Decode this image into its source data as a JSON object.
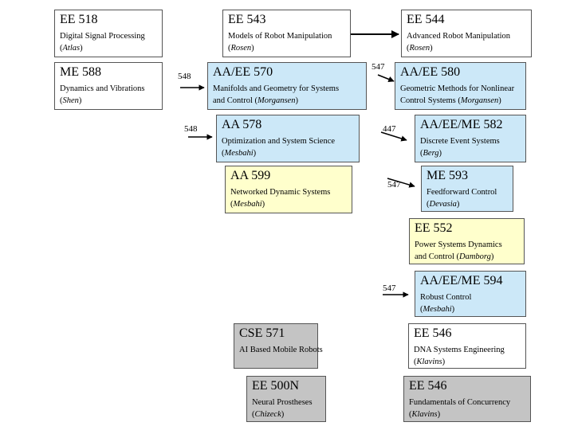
{
  "colors": {
    "white": "#ffffff",
    "blue": "#cce8f8",
    "yellow": "#ffffcc",
    "gray": "#c4c4c4"
  },
  "courses": {
    "ee518": {
      "code": "EE 518",
      "line1": "Digital Signal Processing",
      "line2_pre": "(",
      "prof": "Atlas",
      "line2_post": ")"
    },
    "ee543": {
      "code": "EE 543",
      "line1": "Models of Robot Manipulation",
      "line2_pre": "(",
      "prof": "Rosen",
      "line2_post": ")"
    },
    "ee544": {
      "code": "EE 544",
      "line1": "Advanced Robot Manipulation",
      "line2_pre": "(",
      "prof": "Rosen",
      "line2_post": ")"
    },
    "me588": {
      "code": "ME 588",
      "line1": "Dynamics and Vibrations",
      "line2_pre": "(",
      "prof": "Shen",
      "line2_post": ")"
    },
    "aaee570": {
      "code": "AA/EE 570",
      "line1": "Manifolds and Geometry for Systems",
      "line2_pre": "and Control (",
      "prof": "Morgansen",
      "line2_post": ")"
    },
    "aaee580": {
      "code": "AA/EE 580",
      "line1": "Geometric Methods for Nonlinear",
      "line2_pre": "Control Systems (",
      "prof": "Morgansen",
      "line2_post": ")"
    },
    "aa578": {
      "code": "AA 578",
      "line1": "Optimization and System Science",
      "line2_pre": "(",
      "prof": "Mesbahi",
      "line2_post": ")"
    },
    "aaeeme582": {
      "code": "AA/EE/ME 582",
      "line1": "Discrete Event Systems",
      "line2_pre": "(",
      "prof": "Berg",
      "line2_post": ")"
    },
    "aa599": {
      "code": "AA 599",
      "line1": "Networked Dynamic Systems",
      "line2_pre": "(",
      "prof": "Mesbahi",
      "line2_post": ")"
    },
    "me593": {
      "code": "ME 593",
      "line1": "Feedforward Control",
      "line2_pre": "(",
      "prof": "Devasia",
      "line2_post": ")"
    },
    "ee552": {
      "code": "EE 552",
      "line1": "Power Systems Dynamics",
      "line2_pre": "and Control (",
      "prof": "Damborg",
      "line2_post": ")"
    },
    "aaeeme594": {
      "code": "AA/EE/ME 594",
      "line1": "Robust Control",
      "line2_pre": "(",
      "prof": "Mesbahi",
      "line2_post": ")"
    },
    "cse571": {
      "code": "CSE 571",
      "line1": "AI Based Mobile Robots",
      "line2_pre": "",
      "prof": "",
      "line2_post": ""
    },
    "ee546a": {
      "code": "EE 546",
      "line1": "DNA Systems Engineering",
      "line2_pre": "(",
      "prof": "Klavins",
      "line2_post": ")"
    },
    "ee500n": {
      "code": "EE 500N",
      "line1": "Neural Prostheses",
      "line2_pre": "(",
      "prof": "Chizeck",
      "line2_post": ")"
    },
    "ee546b": {
      "code": "EE 546",
      "line1": "Fundamentals of Concurrency",
      "line2_pre": "(",
      "prof": "Klavins",
      "line2_post": ")"
    }
  },
  "prereqs": {
    "aaee570": "548",
    "aaee580": "547",
    "aa578": "548",
    "aaeeme582": "447",
    "me593": "547",
    "aaeeme594": "547"
  }
}
